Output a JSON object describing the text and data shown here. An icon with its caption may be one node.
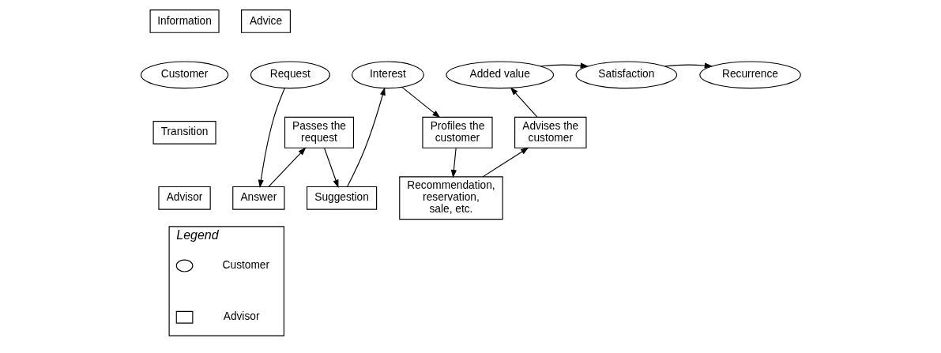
{
  "diagram": {
    "nodes": [
      {
        "text": [
          "Information"
        ]
      },
      {
        "text": [
          "Advice"
        ]
      },
      {
        "text": [
          "Customer"
        ]
      },
      {
        "text": [
          "Request"
        ]
      },
      {
        "text": [
          "Interest"
        ]
      },
      {
        "text": [
          "Added value"
        ]
      },
      {
        "text": [
          "Satisfaction"
        ]
      },
      {
        "text": [
          "Recurrence"
        ]
      },
      {
        "text": [
          "Transition"
        ]
      },
      {
        "text": [
          "Passes the request"
        ]
      },
      {
        "text": [
          "Profiles the customer"
        ]
      },
      {
        "text": [
          "Advises the customer"
        ]
      },
      {
        "text": [
          "Advisor"
        ]
      },
      {
        "text": [
          "Answer"
        ]
      },
      {
        "text": [
          "Suggestion"
        ]
      },
      {
        "text": [
          "Recommendation, reservation, sale, etc."
        ]
      },
      {
        "text": [
          "Legend"
        ]
      }
    ],
    "edges": [
      {
        "from": 3,
        "to": 13,
        "arrow": "to"
      },
      {
        "from": 13,
        "to": 9,
        "arrow": "to"
      },
      {
        "from": 9,
        "to": 14,
        "arrow": "to"
      },
      {
        "from": 14,
        "to": 4,
        "arrow": "to"
      },
      {
        "from": 4,
        "to": 10,
        "arrow": "to"
      },
      {
        "from": 10,
        "to": 15,
        "arrow": "to"
      },
      {
        "from": 15,
        "to": 11,
        "arrow": "to"
      },
      {
        "from": 11,
        "to": 5,
        "arrow": "to"
      },
      {
        "from": 5,
        "to": 6,
        "arrow": "to"
      },
      {
        "from": 6,
        "to": 7,
        "arrow": "to"
      }
    ],
    "legend": [
      {
        "text": "Customer"
      },
      {
        "text": "Advisor"
      }
    ]
  }
}
